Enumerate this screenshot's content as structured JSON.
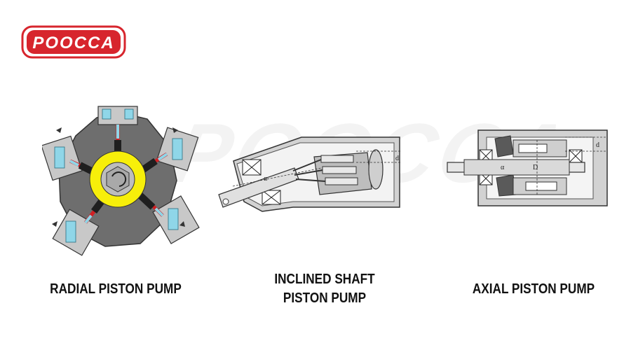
{
  "logo": {
    "text": "POOCCA",
    "color": "#d7252d"
  },
  "diagrams": {
    "radial": {
      "caption": "RADIAL PISTON PUMP"
    },
    "inclined": {
      "caption_line1": "INCLINED SHAFT",
      "caption_line2": "PISTON PUMP",
      "labels": {
        "d": "d",
        "alpha": "α"
      }
    },
    "axial": {
      "caption": "AXIAL PISTON PUMP",
      "labels": {
        "d": "d",
        "alpha": "α",
        "D": "D"
      }
    }
  },
  "colors": {
    "body": "#6f6f6f",
    "cam": "#f7ef0a",
    "piston": "#d11f23",
    "fluid": "#8fd6e8",
    "housing": "#c9c9c9"
  }
}
